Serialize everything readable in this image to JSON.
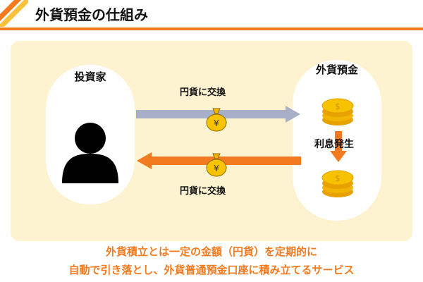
{
  "header": {
    "title": "外貨預金の仕組み"
  },
  "diagram": {
    "investor_label": "投資家",
    "deposit_label": "外貨預金",
    "exchange_top": "円貨に交換",
    "exchange_bottom": "円貨に交換",
    "interest_label": "利息発生",
    "yen_symbol": "¥"
  },
  "caption": {
    "line1": "外貨積立とは一定の金額（円貨）を定期的に",
    "line2": "自動で引き落とし、外貨普通預金口座に積み立てるサービス"
  },
  "colors": {
    "accent": "#f47a20",
    "panel": "#fdf3d0",
    "arrow_gray": "#a7b0c8",
    "coin": "#f7b500"
  }
}
